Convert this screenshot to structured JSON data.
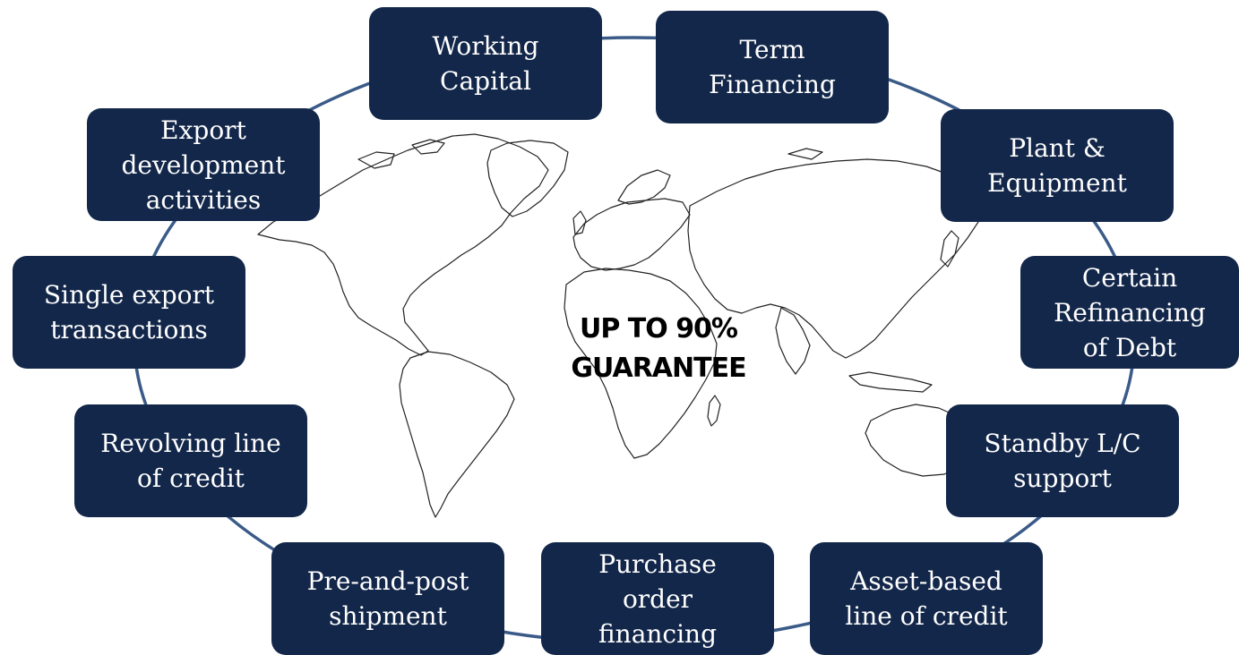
{
  "diagram": {
    "center_lines": [
      "UP TO 90%",
      "GUARANTEE"
    ],
    "nodes": [
      {
        "id": "working-capital",
        "label": "Working\nCapital"
      },
      {
        "id": "term-financing",
        "label": "Term\nFinancing"
      },
      {
        "id": "plant-equipment",
        "label": "Plant &\nEquipment"
      },
      {
        "id": "refinancing-debt",
        "label": "Certain\nRefinancing\nof  Debt"
      },
      {
        "id": "standby-lc",
        "label": "Standby L/C\nsupport"
      },
      {
        "id": "asset-based",
        "label": "Asset-based\nline of  credit"
      },
      {
        "id": "purchase-order",
        "label": "Purchase\norder\nfinancing"
      },
      {
        "id": "pre-post-shipment",
        "label": "Pre-and-post\nshipment"
      },
      {
        "id": "revolving-credit",
        "label": "Revolving line\nof  credit"
      },
      {
        "id": "single-export",
        "label": "Single export\ntransactions"
      },
      {
        "id": "export-development",
        "label": "Export\ndevelopment\nactivities"
      }
    ],
    "colors": {
      "node_fill": "#13274a",
      "node_text": "#ffffff",
      "ring": "#3a5a88",
      "map_outline": "#222222",
      "center_text": "#000000"
    }
  }
}
